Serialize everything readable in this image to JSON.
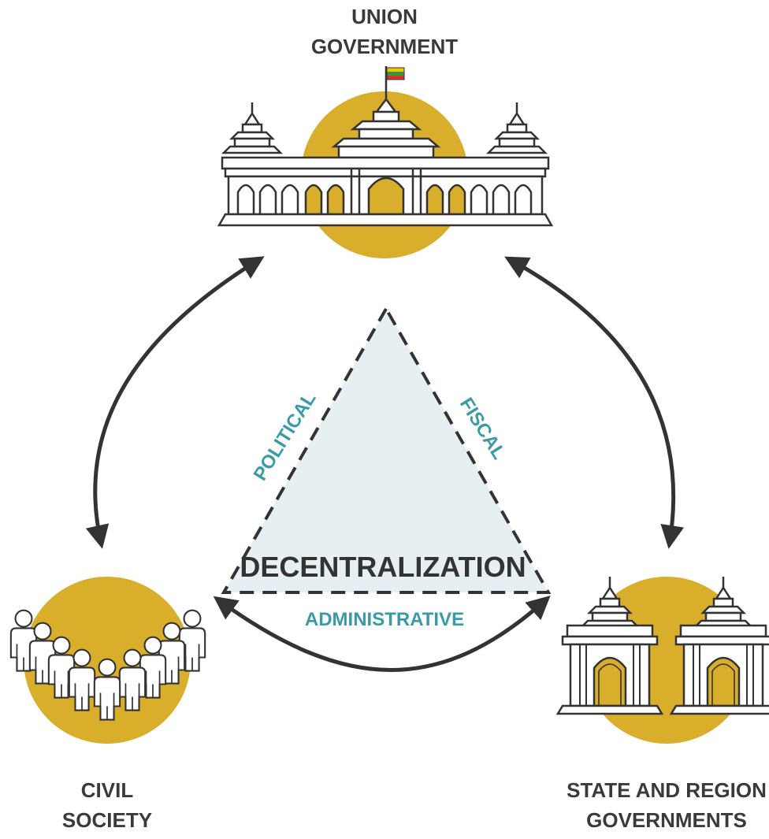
{
  "colors": {
    "gold": "#d8ae2a",
    "ink": "#333333",
    "teal": "#3a9aa8",
    "triangle_fill": "#e6eff1"
  },
  "nodes": {
    "union": {
      "line1": "UNION",
      "line2": "GOVERNMENT",
      "icon": "parliament-building-icon"
    },
    "civil": {
      "line1": "CIVIL",
      "line2": "SOCIETY",
      "icon": "people-group-icon"
    },
    "state": {
      "line1": "STATE AND REGION",
      "line2": "GOVERNMENTS",
      "icon": "pagoda-buildings-icon"
    }
  },
  "triangle": {
    "center_label": "DECENTRALIZATION",
    "left_label": "POLITICAL",
    "right_label": "FISCAL",
    "bottom_label": "ADMINISTRATIVE"
  },
  "flag_icon": "myanmar-flag-icon"
}
